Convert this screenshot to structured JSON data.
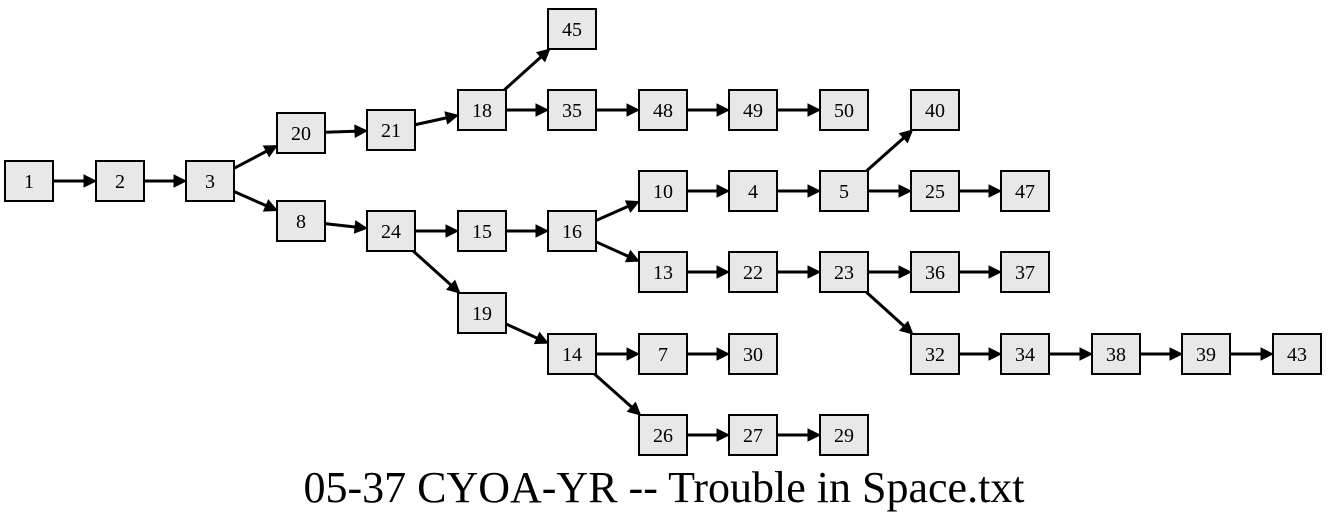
{
  "title": "05-37 CYOA-YR -- Trouble in Space.txt",
  "graph": {
    "nodes": [
      "1",
      "2",
      "3",
      "20",
      "8",
      "21",
      "24",
      "18",
      "15",
      "19",
      "45",
      "35",
      "16",
      "14",
      "48",
      "10",
      "13",
      "7",
      "26",
      "49",
      "4",
      "22",
      "30",
      "27",
      "50",
      "5",
      "23",
      "29",
      "40",
      "25",
      "36",
      "32",
      "47",
      "37",
      "34",
      "38",
      "39",
      "43"
    ],
    "edges": [
      [
        "1",
        "2"
      ],
      [
        "2",
        "3"
      ],
      [
        "3",
        "20"
      ],
      [
        "3",
        "8"
      ],
      [
        "20",
        "21"
      ],
      [
        "21",
        "18"
      ],
      [
        "18",
        "45"
      ],
      [
        "18",
        "35"
      ],
      [
        "35",
        "48"
      ],
      [
        "48",
        "49"
      ],
      [
        "49",
        "50"
      ],
      [
        "8",
        "24"
      ],
      [
        "24",
        "15"
      ],
      [
        "24",
        "19"
      ],
      [
        "15",
        "16"
      ],
      [
        "16",
        "10"
      ],
      [
        "16",
        "13"
      ],
      [
        "10",
        "4"
      ],
      [
        "4",
        "5"
      ],
      [
        "5",
        "40"
      ],
      [
        "5",
        "25"
      ],
      [
        "25",
        "47"
      ],
      [
        "13",
        "22"
      ],
      [
        "22",
        "23"
      ],
      [
        "23",
        "36"
      ],
      [
        "23",
        "32"
      ],
      [
        "36",
        "37"
      ],
      [
        "32",
        "34"
      ],
      [
        "34",
        "38"
      ],
      [
        "38",
        "39"
      ],
      [
        "39",
        "43"
      ],
      [
        "19",
        "14"
      ],
      [
        "14",
        "7"
      ],
      [
        "14",
        "26"
      ],
      [
        "7",
        "30"
      ],
      [
        "26",
        "27"
      ],
      [
        "27",
        "29"
      ]
    ]
  }
}
